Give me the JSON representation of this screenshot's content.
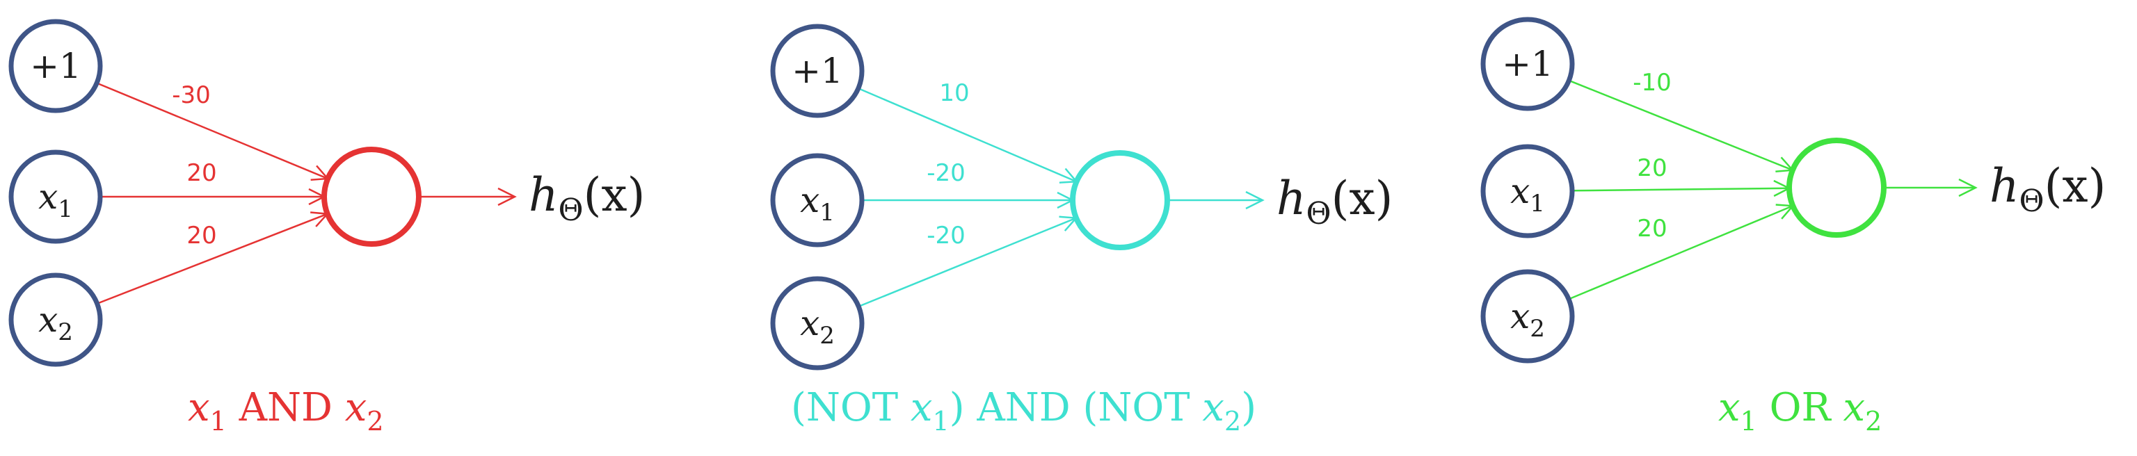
{
  "colors": {
    "node_stroke": "#3f5587",
    "text": "#1e1e1e",
    "and": "#e53333",
    "not_and": "#3ee0d0",
    "or": "#3fe23f"
  },
  "networks": [
    {
      "id": "and",
      "accent": "#e53333",
      "inputs": [
        {
          "main": "+1",
          "sub": ""
        },
        {
          "main": "x",
          "sub": "1"
        },
        {
          "main": "x",
          "sub": "2"
        }
      ],
      "weights": [
        "-30",
        "20",
        "20"
      ],
      "output": {
        "main": "h",
        "sub": "Θ",
        "rest": "(x)"
      },
      "caption": [
        {
          "text": "x",
          "style": "italic"
        },
        {
          "text": "1",
          "style": "sub"
        },
        {
          "text": " AND ",
          "style": "normal"
        },
        {
          "text": "x",
          "style": "italic"
        },
        {
          "text": "2",
          "style": "sub"
        }
      ]
    },
    {
      "id": "not-and",
      "accent": "#3ee0d0",
      "inputs": [
        {
          "main": "+1",
          "sub": ""
        },
        {
          "main": "x",
          "sub": "1"
        },
        {
          "main": "x",
          "sub": "2"
        }
      ],
      "weights": [
        "10",
        "-20",
        "-20"
      ],
      "output": {
        "main": "h",
        "sub": "Θ",
        "rest": "(x)"
      },
      "caption": [
        {
          "text": "(NOT ",
          "style": "normal"
        },
        {
          "text": "x",
          "style": "italic"
        },
        {
          "text": "1",
          "style": "sub"
        },
        {
          "text": ") AND (NOT ",
          "style": "normal"
        },
        {
          "text": "x",
          "style": "italic"
        },
        {
          "text": "2",
          "style": "sub"
        },
        {
          "text": ")",
          "style": "normal"
        }
      ]
    },
    {
      "id": "or",
      "accent": "#3fe23f",
      "inputs": [
        {
          "main": "+1",
          "sub": ""
        },
        {
          "main": "x",
          "sub": "1"
        },
        {
          "main": "x",
          "sub": "2"
        }
      ],
      "weights": [
        "-10",
        "20",
        "20"
      ],
      "output": {
        "main": "h",
        "sub": "Θ",
        "rest": "(x)"
      },
      "caption": [
        {
          "text": "x",
          "style": "italic"
        },
        {
          "text": "1",
          "style": "sub"
        },
        {
          "text": " OR ",
          "style": "normal"
        },
        {
          "text": "x",
          "style": "italic"
        },
        {
          "text": "2",
          "style": "sub"
        }
      ]
    }
  ]
}
